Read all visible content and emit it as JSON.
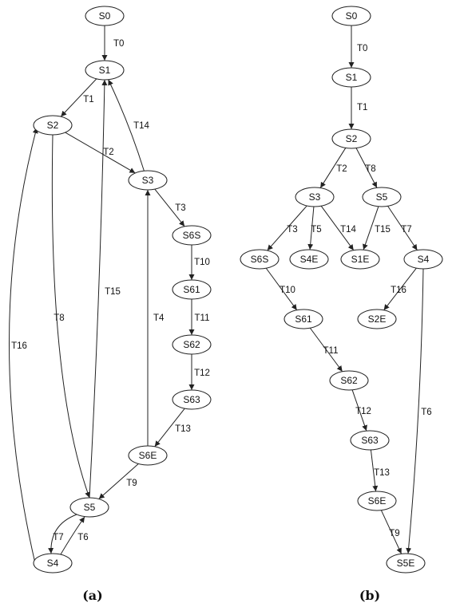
{
  "panels": [
    {
      "caption": "(a)",
      "nodes": [
        "S0",
        "S1",
        "S2",
        "S3",
        "S6S",
        "S61",
        "S62",
        "S63",
        "S6E",
        "S5",
        "S4"
      ],
      "edges": [
        {
          "from": "S0",
          "to": "S1",
          "label": "T0"
        },
        {
          "from": "S1",
          "to": "S2",
          "label": "T1"
        },
        {
          "from": "S3",
          "to": "S1",
          "label": "T14"
        },
        {
          "from": "S2",
          "to": "S3",
          "label": "T2"
        },
        {
          "from": "S3",
          "to": "S6S",
          "label": "T3"
        },
        {
          "from": "S6S",
          "to": "S61",
          "label": "T10"
        },
        {
          "from": "S61",
          "to": "S62",
          "label": "T11"
        },
        {
          "from": "S62",
          "to": "S63",
          "label": "T12"
        },
        {
          "from": "S63",
          "to": "S6E",
          "label": "T13"
        },
        {
          "from": "S6E",
          "to": "S3",
          "label": "T4"
        },
        {
          "from": "S6E",
          "to": "S5",
          "label": "T9"
        },
        {
          "from": "S5",
          "to": "S1",
          "label": "T15"
        },
        {
          "from": "S2",
          "to": "S5",
          "label": "T8"
        },
        {
          "from": "S4",
          "to": "S2",
          "label": "T16"
        },
        {
          "from": "S5",
          "to": "S4",
          "label": "T7"
        },
        {
          "from": "S4",
          "to": "S5",
          "label": "T6"
        }
      ]
    },
    {
      "caption": "(b)",
      "nodes": [
        "S0",
        "S1",
        "S2",
        "S3",
        "S5",
        "S6S",
        "S4E",
        "S1E",
        "S4",
        "S61",
        "S2E",
        "S62",
        "S63",
        "S6E",
        "S5E"
      ],
      "edges": [
        {
          "from": "S0",
          "to": "S1",
          "label": "T0"
        },
        {
          "from": "S1",
          "to": "S2",
          "label": "T1"
        },
        {
          "from": "S2",
          "to": "S3",
          "label": "T2"
        },
        {
          "from": "S2",
          "to": "S5",
          "label": "T8"
        },
        {
          "from": "S3",
          "to": "S6S",
          "label": "T3"
        },
        {
          "from": "S3",
          "to": "S4E",
          "label": "T5"
        },
        {
          "from": "S3",
          "to": "S1E",
          "label": "T14"
        },
        {
          "from": "S5",
          "to": "S1E",
          "label": "T15"
        },
        {
          "from": "S5",
          "to": "S4",
          "label": "T7"
        },
        {
          "from": "S4",
          "to": "S2E",
          "label": "T16"
        },
        {
          "from": "S4",
          "to": "S5E",
          "label": "T6"
        },
        {
          "from": "S6S",
          "to": "S61",
          "label": "T10"
        },
        {
          "from": "S61",
          "to": "S62",
          "label": "T11"
        },
        {
          "from": "S62",
          "to": "S63",
          "label": "T12"
        },
        {
          "from": "S63",
          "to": "S6E",
          "label": "T13"
        },
        {
          "from": "S6E",
          "to": "S5E",
          "label": "T9"
        }
      ]
    }
  ]
}
